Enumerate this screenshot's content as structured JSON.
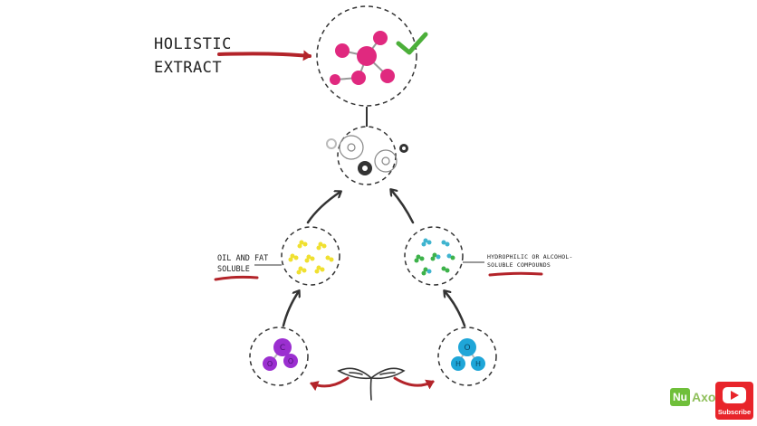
{
  "labels": {
    "holistic_line1": "HOLISTIC",
    "holistic_line2": "EXTRACT",
    "oil_line1": "OIL AND FAT",
    "oil_line2": "SOLUBLE",
    "hydro_line1": "HYDROPHILIC OR ALCOHOL-",
    "hydro_line2": "SOLUBLE COMPOUNDS"
  },
  "molecules": {
    "left_atoms": [
      "C",
      "O",
      "O"
    ],
    "right_atoms": [
      "O",
      "H",
      "H"
    ]
  },
  "branding": {
    "logo_nu": "Nu",
    "logo_rest": "Axo",
    "subscribe_label": "Subscribe"
  },
  "colors": {
    "accent_red": "#b3242a",
    "holistic_atoms": "#e0297f",
    "oil_atoms": "#f0e030",
    "hydro_green": "#3db24a",
    "hydro_blue": "#3fb4cf",
    "co2_purple": "#9b2fd0",
    "water_blue": "#1fa6d8",
    "check_green": "#4caf3a",
    "youtube_red": "#e8242a"
  },
  "icons": [
    "arrow-icon",
    "check-icon",
    "gear-icon",
    "sprout-icon",
    "play-icon"
  ]
}
